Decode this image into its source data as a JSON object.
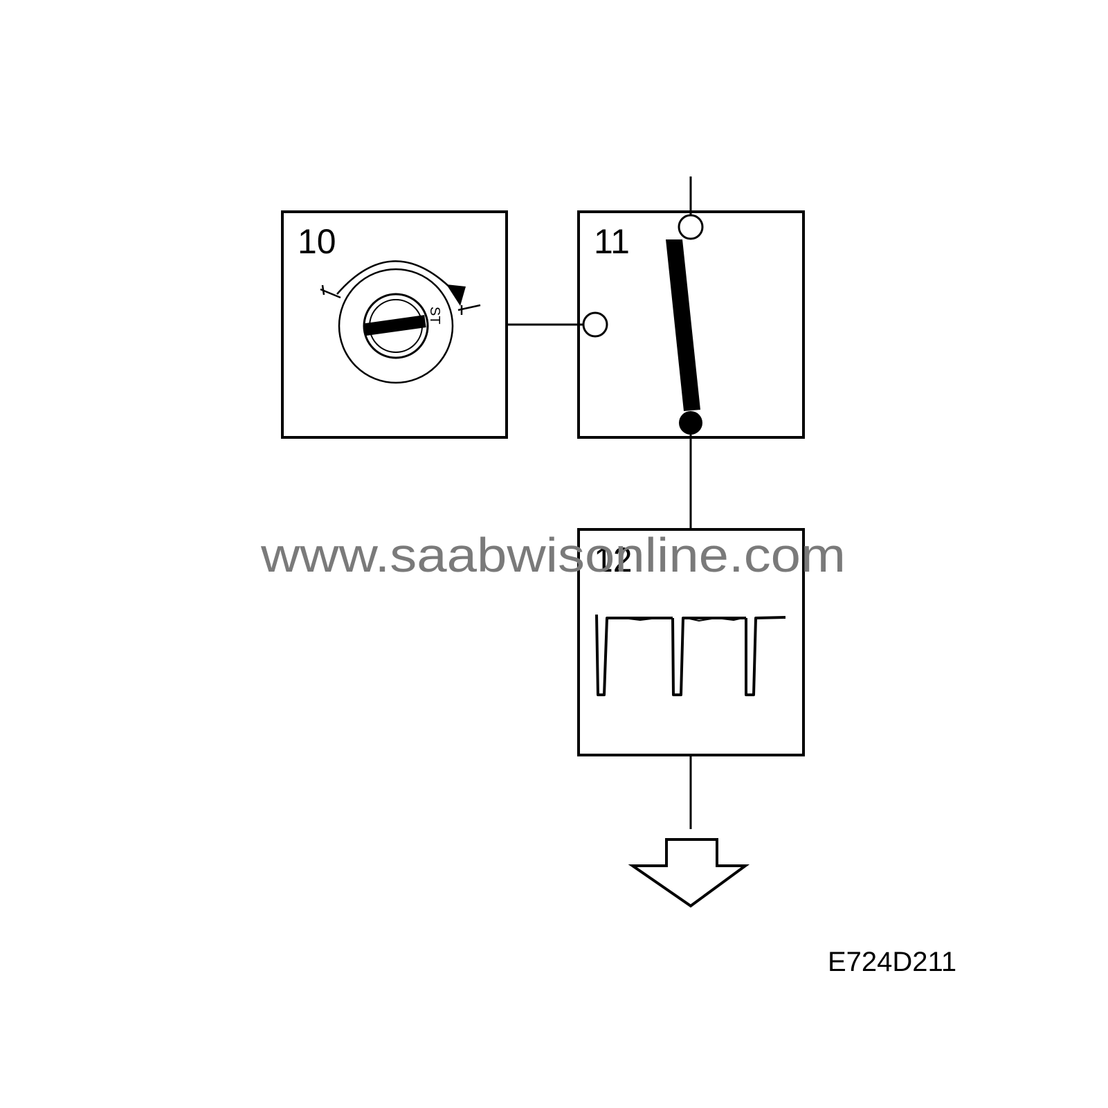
{
  "colors": {
    "line": "#000000",
    "background": "#ffffff",
    "watermark": "#7a7a7a"
  },
  "blocks": [
    {
      "label": "10",
      "icon": "ignition-lock-icon"
    },
    {
      "label": "11",
      "icon": "switch-icon"
    },
    {
      "label": "12",
      "icon": "pulse-signal-icon"
    }
  ],
  "ignition": {
    "position_text": "ST"
  },
  "watermark": "www.saabwisonline.com",
  "figure_code": "E724D211",
  "output_arrow_icon": "down-arrow-icon"
}
